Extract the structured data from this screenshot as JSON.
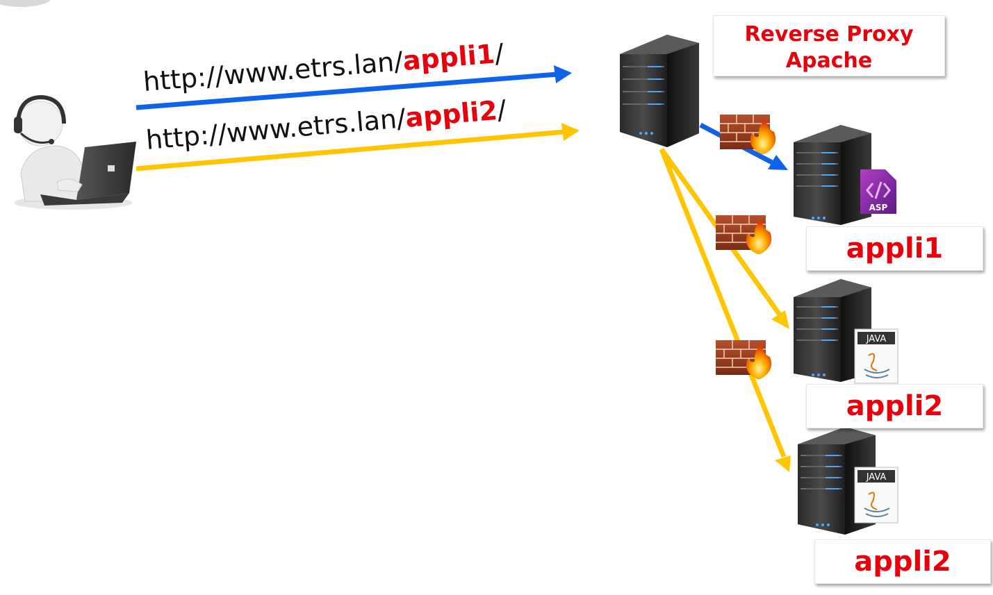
{
  "urls": [
    {
      "prefix": "http://www.etrs.lan/",
      "app": "appli1",
      "suffix": "/"
    },
    {
      "prefix": "http://www.etrs.lan/",
      "app": "appli2",
      "suffix": "/"
    }
  ],
  "proxy_label": {
    "line1": "Reverse Proxy",
    "line2": "Apache"
  },
  "backends": [
    {
      "label": "appli1",
      "badge": "ASP"
    },
    {
      "label": "appli2",
      "badge": "JAVA"
    },
    {
      "label": "appli2",
      "badge": "JAVA"
    }
  ],
  "colors": {
    "blue": "#0f63e8",
    "yellow": "#ffc500",
    "red": "#e8000b"
  }
}
